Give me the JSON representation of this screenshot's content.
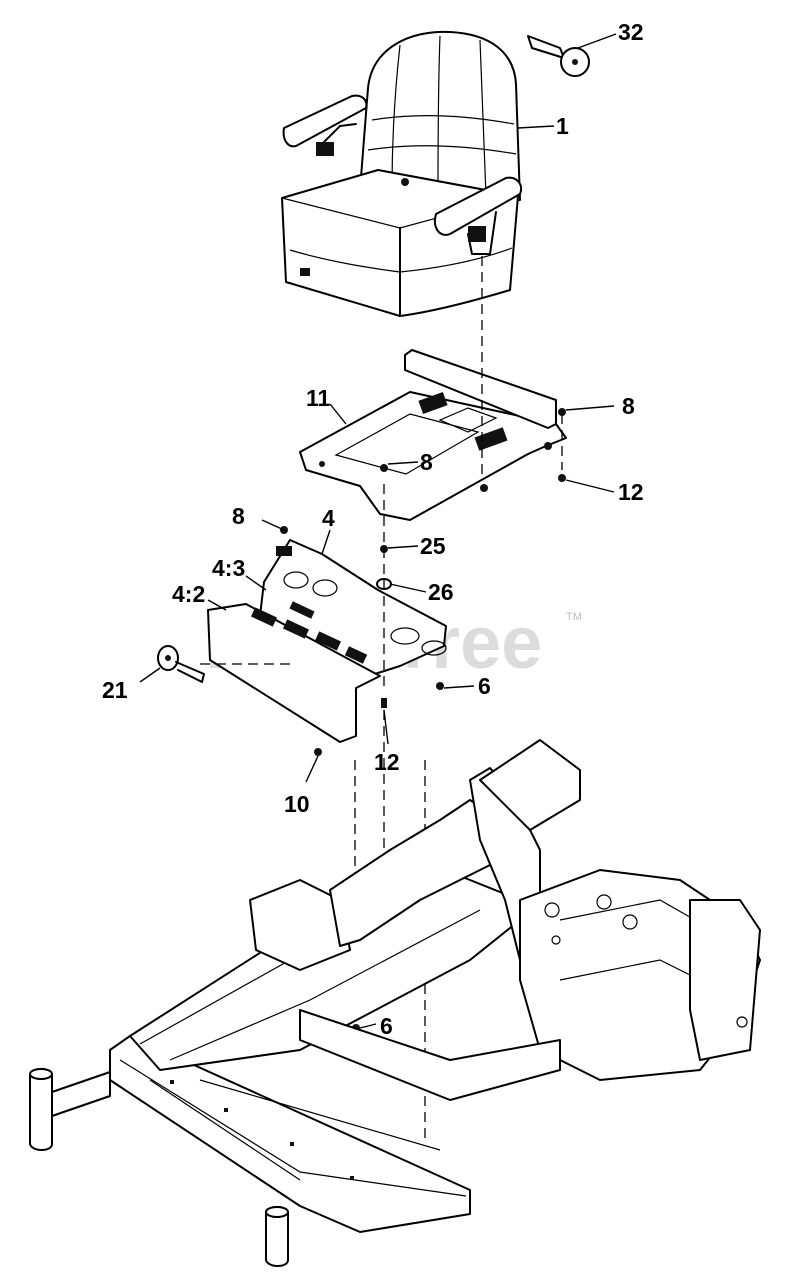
{
  "callouts": {
    "c32": "32",
    "c1": "1",
    "c11": "11",
    "c8a": "8",
    "c8b": "8",
    "c8c": "8",
    "c12a": "12",
    "c4": "4",
    "c25": "25",
    "c4_3": "4:3",
    "c26": "26",
    "c4_2": "4:2",
    "c21": "21",
    "c6a": "6",
    "c12b": "12",
    "c10": "10",
    "c6b": "6"
  },
  "watermark": {
    "brand": "PartsTree",
    "trademark": "TM"
  }
}
